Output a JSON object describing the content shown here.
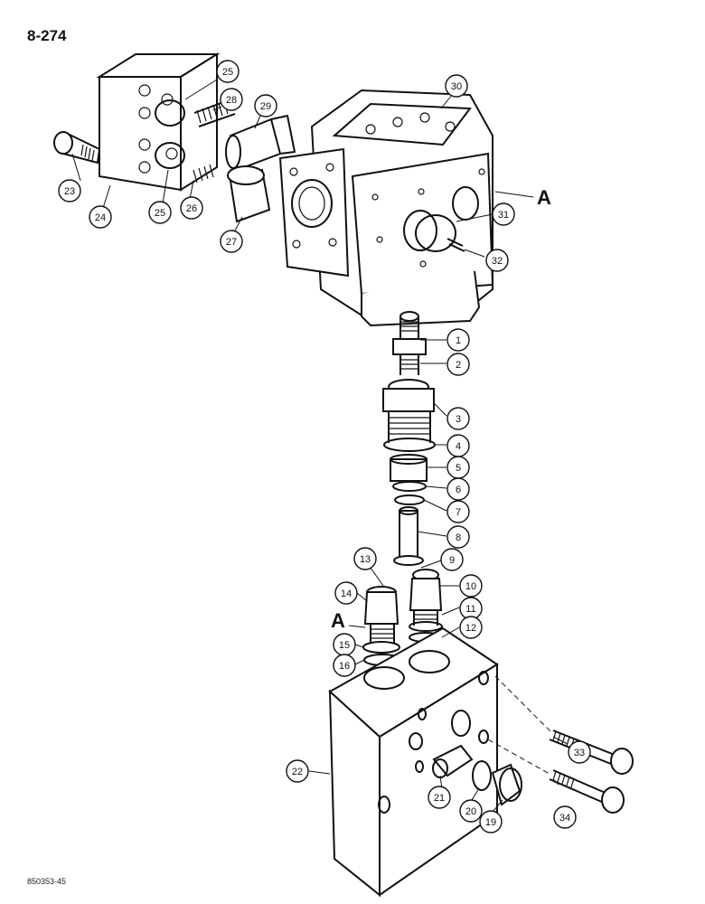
{
  "page_number": "8-274",
  "figure_code": "850353-45",
  "reference_letter": "A",
  "callouts": [
    "1",
    "2",
    "3",
    "4",
    "5",
    "6",
    "7",
    "8",
    "9",
    "10",
    "11",
    "12",
    "13",
    "14",
    "15",
    "16",
    "19",
    "20",
    "21",
    "22",
    "23",
    "24",
    "25",
    "26",
    "27",
    "28",
    "29",
    "30",
    "31",
    "32",
    "33",
    "34"
  ]
}
